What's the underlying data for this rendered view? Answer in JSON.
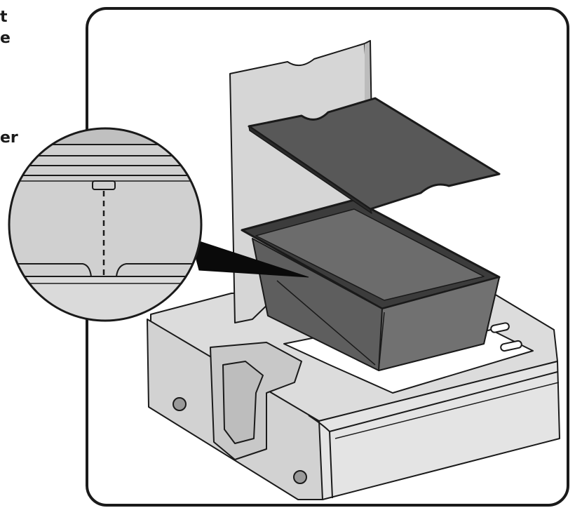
{
  "side_text": {
    "line1": "t",
    "line2": "e",
    "line3": "er"
  },
  "colors": {
    "frame_stroke": "#1a1a1a",
    "base_fill": "#d0d0d0",
    "base_face_fill": "#e2e2e2",
    "tray_fill": "#6e6e6e",
    "lid_fill": "#585858",
    "panel_fill": "#d6d6d6",
    "zoom_fill": "#cfcfcf",
    "pointer_fill": "#0a0a0a"
  },
  "icons": {
    "frame": "rounded-frame",
    "magnifier": "zoom-detail-circle",
    "pointer": "callout-wedge"
  }
}
